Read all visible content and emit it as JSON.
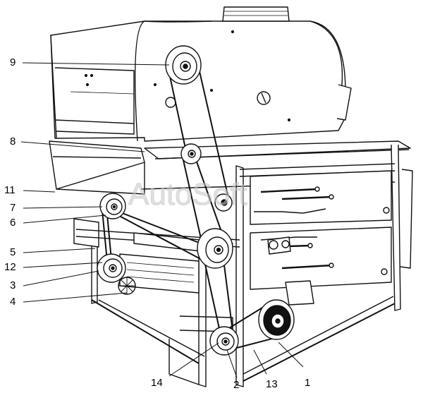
{
  "watermark": "AutoSoft",
  "callouts": [
    {
      "id": "c9",
      "text": "9"
    },
    {
      "id": "c8",
      "text": "8"
    },
    {
      "id": "c11",
      "text": "11"
    },
    {
      "id": "c7",
      "text": "7"
    },
    {
      "id": "c6",
      "text": "6"
    },
    {
      "id": "c5",
      "text": "5"
    },
    {
      "id": "c12",
      "text": "12"
    },
    {
      "id": "c3",
      "text": "3"
    },
    {
      "id": "c4",
      "text": "4"
    },
    {
      "id": "c14",
      "text": "14"
    },
    {
      "id": "c2",
      "text": "2"
    },
    {
      "id": "c13",
      "text": "13"
    },
    {
      "id": "c1",
      "text": "1"
    }
  ]
}
